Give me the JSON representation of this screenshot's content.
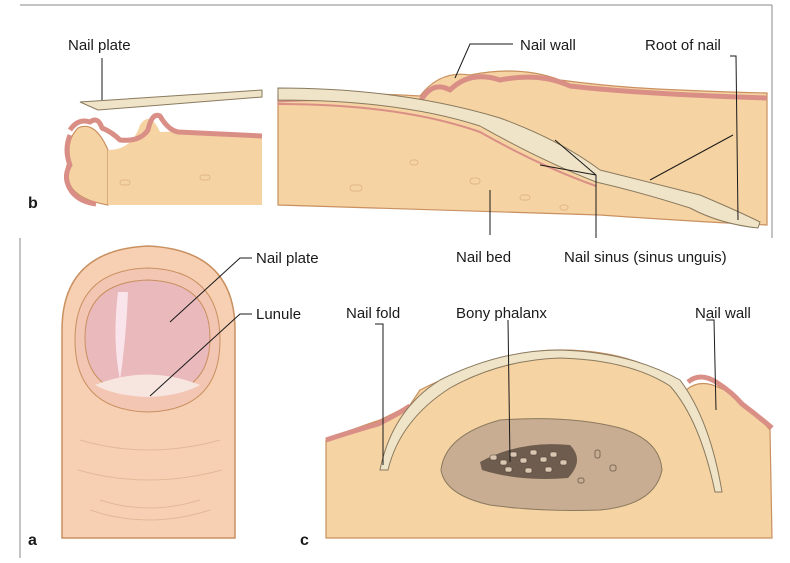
{
  "panels": {
    "a": "a",
    "b": "b",
    "c": "c"
  },
  "labels": {
    "b_nail_plate": "Nail plate",
    "b_nail_wall": "Nail wall",
    "b_root_of_nail": "Root of nail",
    "b_nail_bed": "Nail bed",
    "b_nail_sinus": "Nail sinus (sinus unguis)",
    "a_nail_plate": "Nail plate",
    "a_lunule": "Lunule",
    "c_nail_fold": "Nail fold",
    "c_bony_phalanx": "Bony phalanx",
    "c_nail_wall": "Nail wall"
  },
  "colors": {
    "tissue": "#f6d3a2",
    "epidermis": "#d98f86",
    "skin_border": "#c99060",
    "nail": "#efe3c8",
    "nail_outline": "#8a7a5e",
    "finger_skin": "#f7d0b4",
    "nail_pink": "#eab9bb",
    "bone": "#c9ad92",
    "frame": "#8a8a8a"
  }
}
